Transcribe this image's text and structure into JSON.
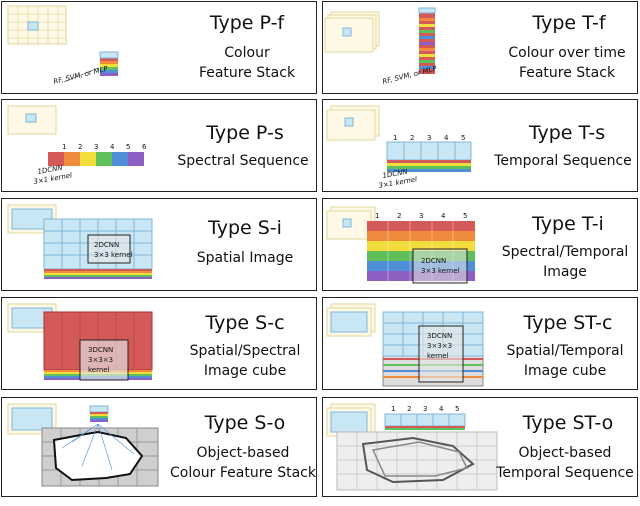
{
  "panels": [
    {
      "id": "p-f",
      "title": "Type P-f",
      "lines": [
        "Colour",
        "Feature Stack"
      ],
      "annotation": "RF, SVM, or MLP"
    },
    {
      "id": "t-f",
      "title": "Type T-f",
      "lines": [
        "Colour over time",
        "Feature Stack"
      ],
      "annotation": "RF, SVM, or MLP"
    },
    {
      "id": "p-s",
      "title": "Type P-s",
      "lines": [
        "Spectral Sequence"
      ],
      "annotation": "1DCNN",
      "annotation2": "3×1 kernel",
      "numbers": [
        "1",
        "2",
        "3",
        "4",
        "5",
        "6"
      ]
    },
    {
      "id": "t-s",
      "title": "Type T-s",
      "lines": [
        "Temporal Sequence"
      ],
      "annotation": "1DCNN",
      "annotation2": "3×1 kernel",
      "numbers": [
        "1",
        "2",
        "3",
        "4",
        "5"
      ]
    },
    {
      "id": "s-i",
      "title": "Type S-i",
      "lines": [
        "Spatial Image"
      ],
      "annotation": "2DCNN",
      "annotation2": "3×3 kernel"
    },
    {
      "id": "t-i",
      "title": "Type T-i",
      "lines": [
        "Spectral/Temporal",
        "Image"
      ],
      "annotation": "2DCNN",
      "annotation2": "3×3 kernel",
      "numbers": [
        "1",
        "2",
        "3",
        "4",
        "5"
      ]
    },
    {
      "id": "s-c",
      "title": "Type S-c",
      "lines": [
        "Spatial/Spectral",
        "Image cube"
      ],
      "annotation": "3DCNN",
      "annotation2": "3×3×3",
      "annotation3": "kernel"
    },
    {
      "id": "st-c",
      "title": "Type ST-c",
      "lines": [
        "Spatial/Temporal",
        "Image cube"
      ],
      "annotation": "3DCNN",
      "annotation2": "3×3×3",
      "annotation3": "kernel"
    },
    {
      "id": "s-o",
      "title": "Type S-o",
      "lines": [
        "Object-based",
        "Colour Feature Stack"
      ]
    },
    {
      "id": "st-o",
      "title": "Type ST-o",
      "lines": [
        "Object-based",
        "Temporal Sequence"
      ],
      "numbers": [
        "1",
        "2",
        "3",
        "4",
        "5"
      ]
    }
  ],
  "colors": {
    "grid_fill": "#fdf9e6",
    "grid_line": "#e3d79b",
    "cell_blue": "#c9e6f5",
    "cell_blue_line": "#7fb6d6",
    "red": "#d45a5a",
    "orange": "#f08a3c",
    "yellow": "#f2dd3c",
    "green": "#5fbf5a",
    "blue": "#4f8fd8",
    "purple": "#8e5fc2",
    "pink": "#e2a7bf"
  }
}
